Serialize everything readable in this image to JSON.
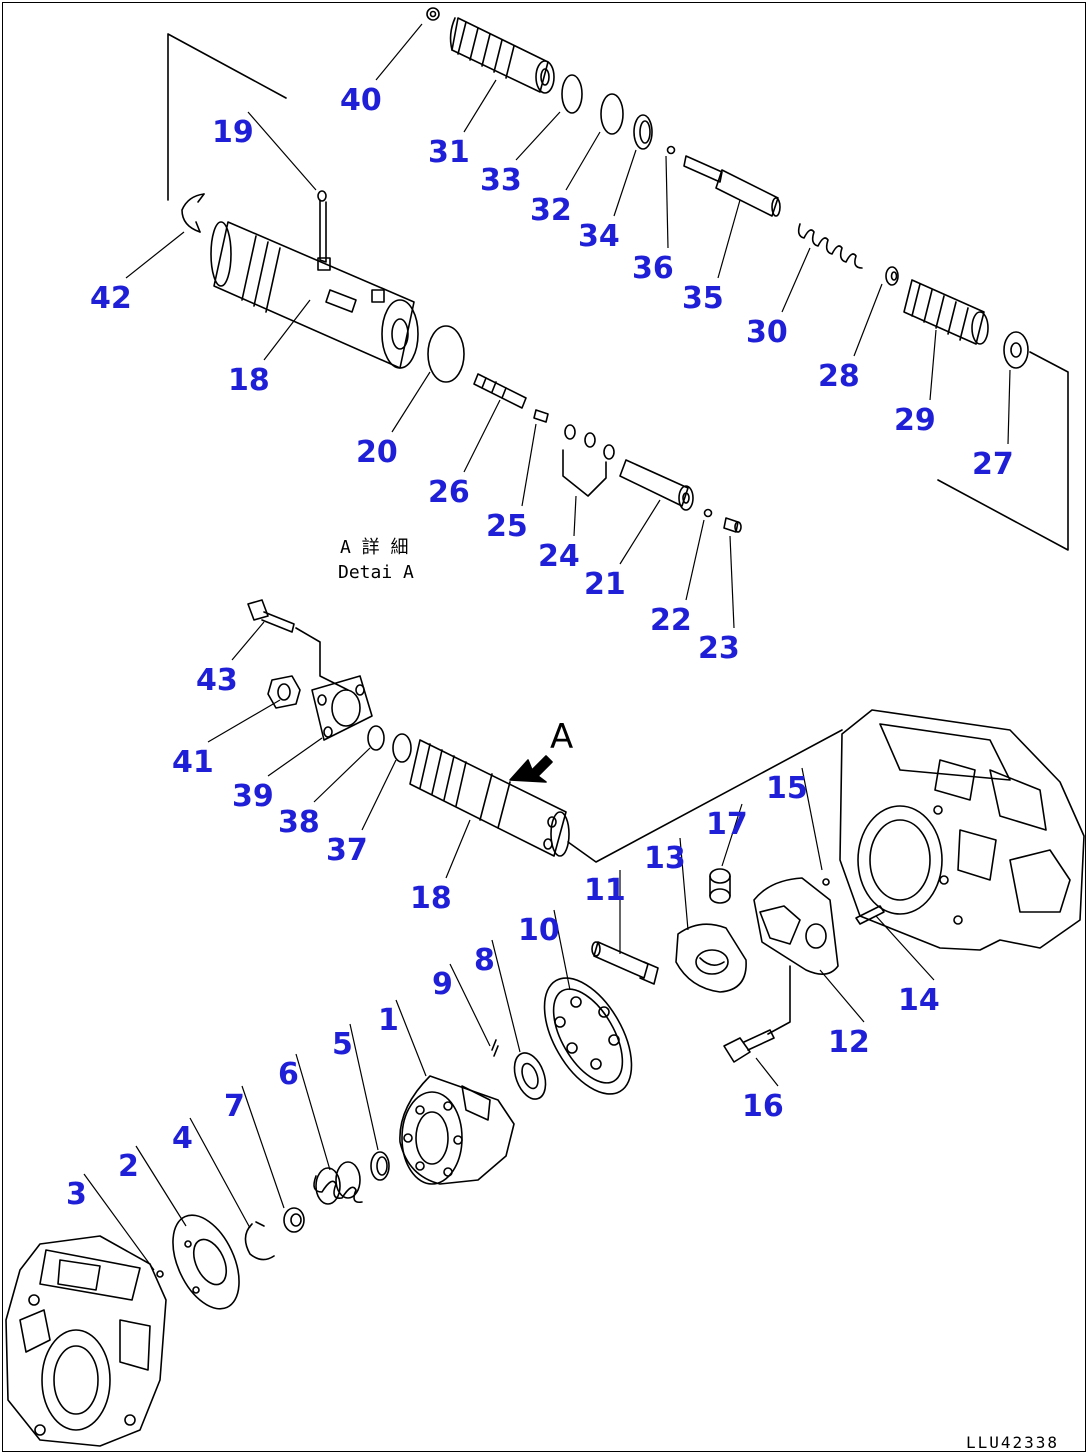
{
  "label_color": "#1f1fd8",
  "line_color": "#000000",
  "detail": {
    "line1": "A 詳 細",
    "line2": "Detai A"
  },
  "view_marker": "A",
  "drawing_code": "LLU42338",
  "part_labels": [
    {
      "id": "40",
      "text": "40"
    },
    {
      "id": "31",
      "text": "31"
    },
    {
      "id": "33",
      "text": "33"
    },
    {
      "id": "32",
      "text": "32"
    },
    {
      "id": "34",
      "text": "34"
    },
    {
      "id": "36",
      "text": "36"
    },
    {
      "id": "35",
      "text": "35"
    },
    {
      "id": "30",
      "text": "30"
    },
    {
      "id": "28",
      "text": "28"
    },
    {
      "id": "29",
      "text": "29"
    },
    {
      "id": "27",
      "text": "27"
    },
    {
      "id": "19",
      "text": "19"
    },
    {
      "id": "42",
      "text": "42"
    },
    {
      "id": "18a",
      "text": "18"
    },
    {
      "id": "20",
      "text": "20"
    },
    {
      "id": "26",
      "text": "26"
    },
    {
      "id": "25",
      "text": "25"
    },
    {
      "id": "24",
      "text": "24"
    },
    {
      "id": "21",
      "text": "21"
    },
    {
      "id": "22",
      "text": "22"
    },
    {
      "id": "23",
      "text": "23"
    },
    {
      "id": "43",
      "text": "43"
    },
    {
      "id": "41",
      "text": "41"
    },
    {
      "id": "39",
      "text": "39"
    },
    {
      "id": "38",
      "text": "38"
    },
    {
      "id": "37",
      "text": "37"
    },
    {
      "id": "18b",
      "text": "18"
    },
    {
      "id": "11",
      "text": "11"
    },
    {
      "id": "13",
      "text": "13"
    },
    {
      "id": "17",
      "text": "17"
    },
    {
      "id": "15",
      "text": "15"
    },
    {
      "id": "14",
      "text": "14"
    },
    {
      "id": "12",
      "text": "12"
    },
    {
      "id": "16",
      "text": "16"
    },
    {
      "id": "10",
      "text": "10"
    },
    {
      "id": "9",
      "text": "9"
    },
    {
      "id": "8",
      "text": "8"
    },
    {
      "id": "1",
      "text": "1"
    },
    {
      "id": "5",
      "text": "5"
    },
    {
      "id": "6",
      "text": "6"
    },
    {
      "id": "7",
      "text": "7"
    },
    {
      "id": "4",
      "text": "4"
    },
    {
      "id": "2",
      "text": "2"
    },
    {
      "id": "3",
      "text": "3"
    }
  ]
}
